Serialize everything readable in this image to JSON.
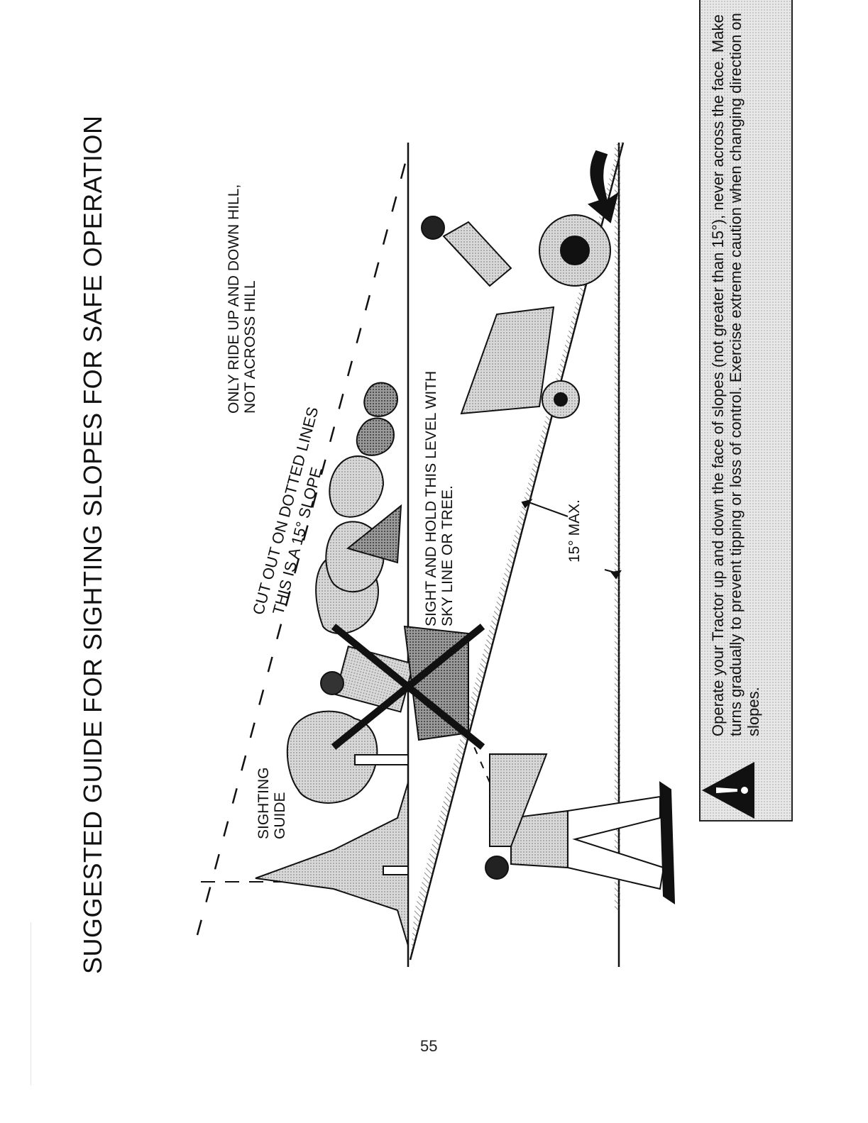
{
  "page": {
    "title": "SUGGESTED GUIDE FOR SIGHTING SLOPES FOR SAFE OPERATION",
    "page_number": "55"
  },
  "diagram": {
    "slope_angle_max_degrees": 15,
    "labels": {
      "only_ride": "ONLY RIDE UP AND DOWN HILL,\nNOT ACROSS HILL",
      "cut_out_line1": "CUT OUT ON DOTTED LINES",
      "cut_out_line2": "THIS IS A 15° SLOPE",
      "sighting_guide": "SIGHTING\nGUIDE",
      "sight_and_hold": "SIGHT AND HOLD THIS LEVEL WITH\nSKY LINE OR TREE.",
      "max_angle": "15° MAX."
    }
  },
  "warning": {
    "icon": "warning-triangle-icon",
    "text": "Operate your Tractor up and down the face of slopes (not greater than 15°), never across the face. Make turns gradually to prevent tipping or loss of control. Exercise extreme caution when changing direction on slopes."
  },
  "colors": {
    "ink": "#111111",
    "tree_fill": "#bdbdbd",
    "box_fill": "#e8e8e8"
  }
}
